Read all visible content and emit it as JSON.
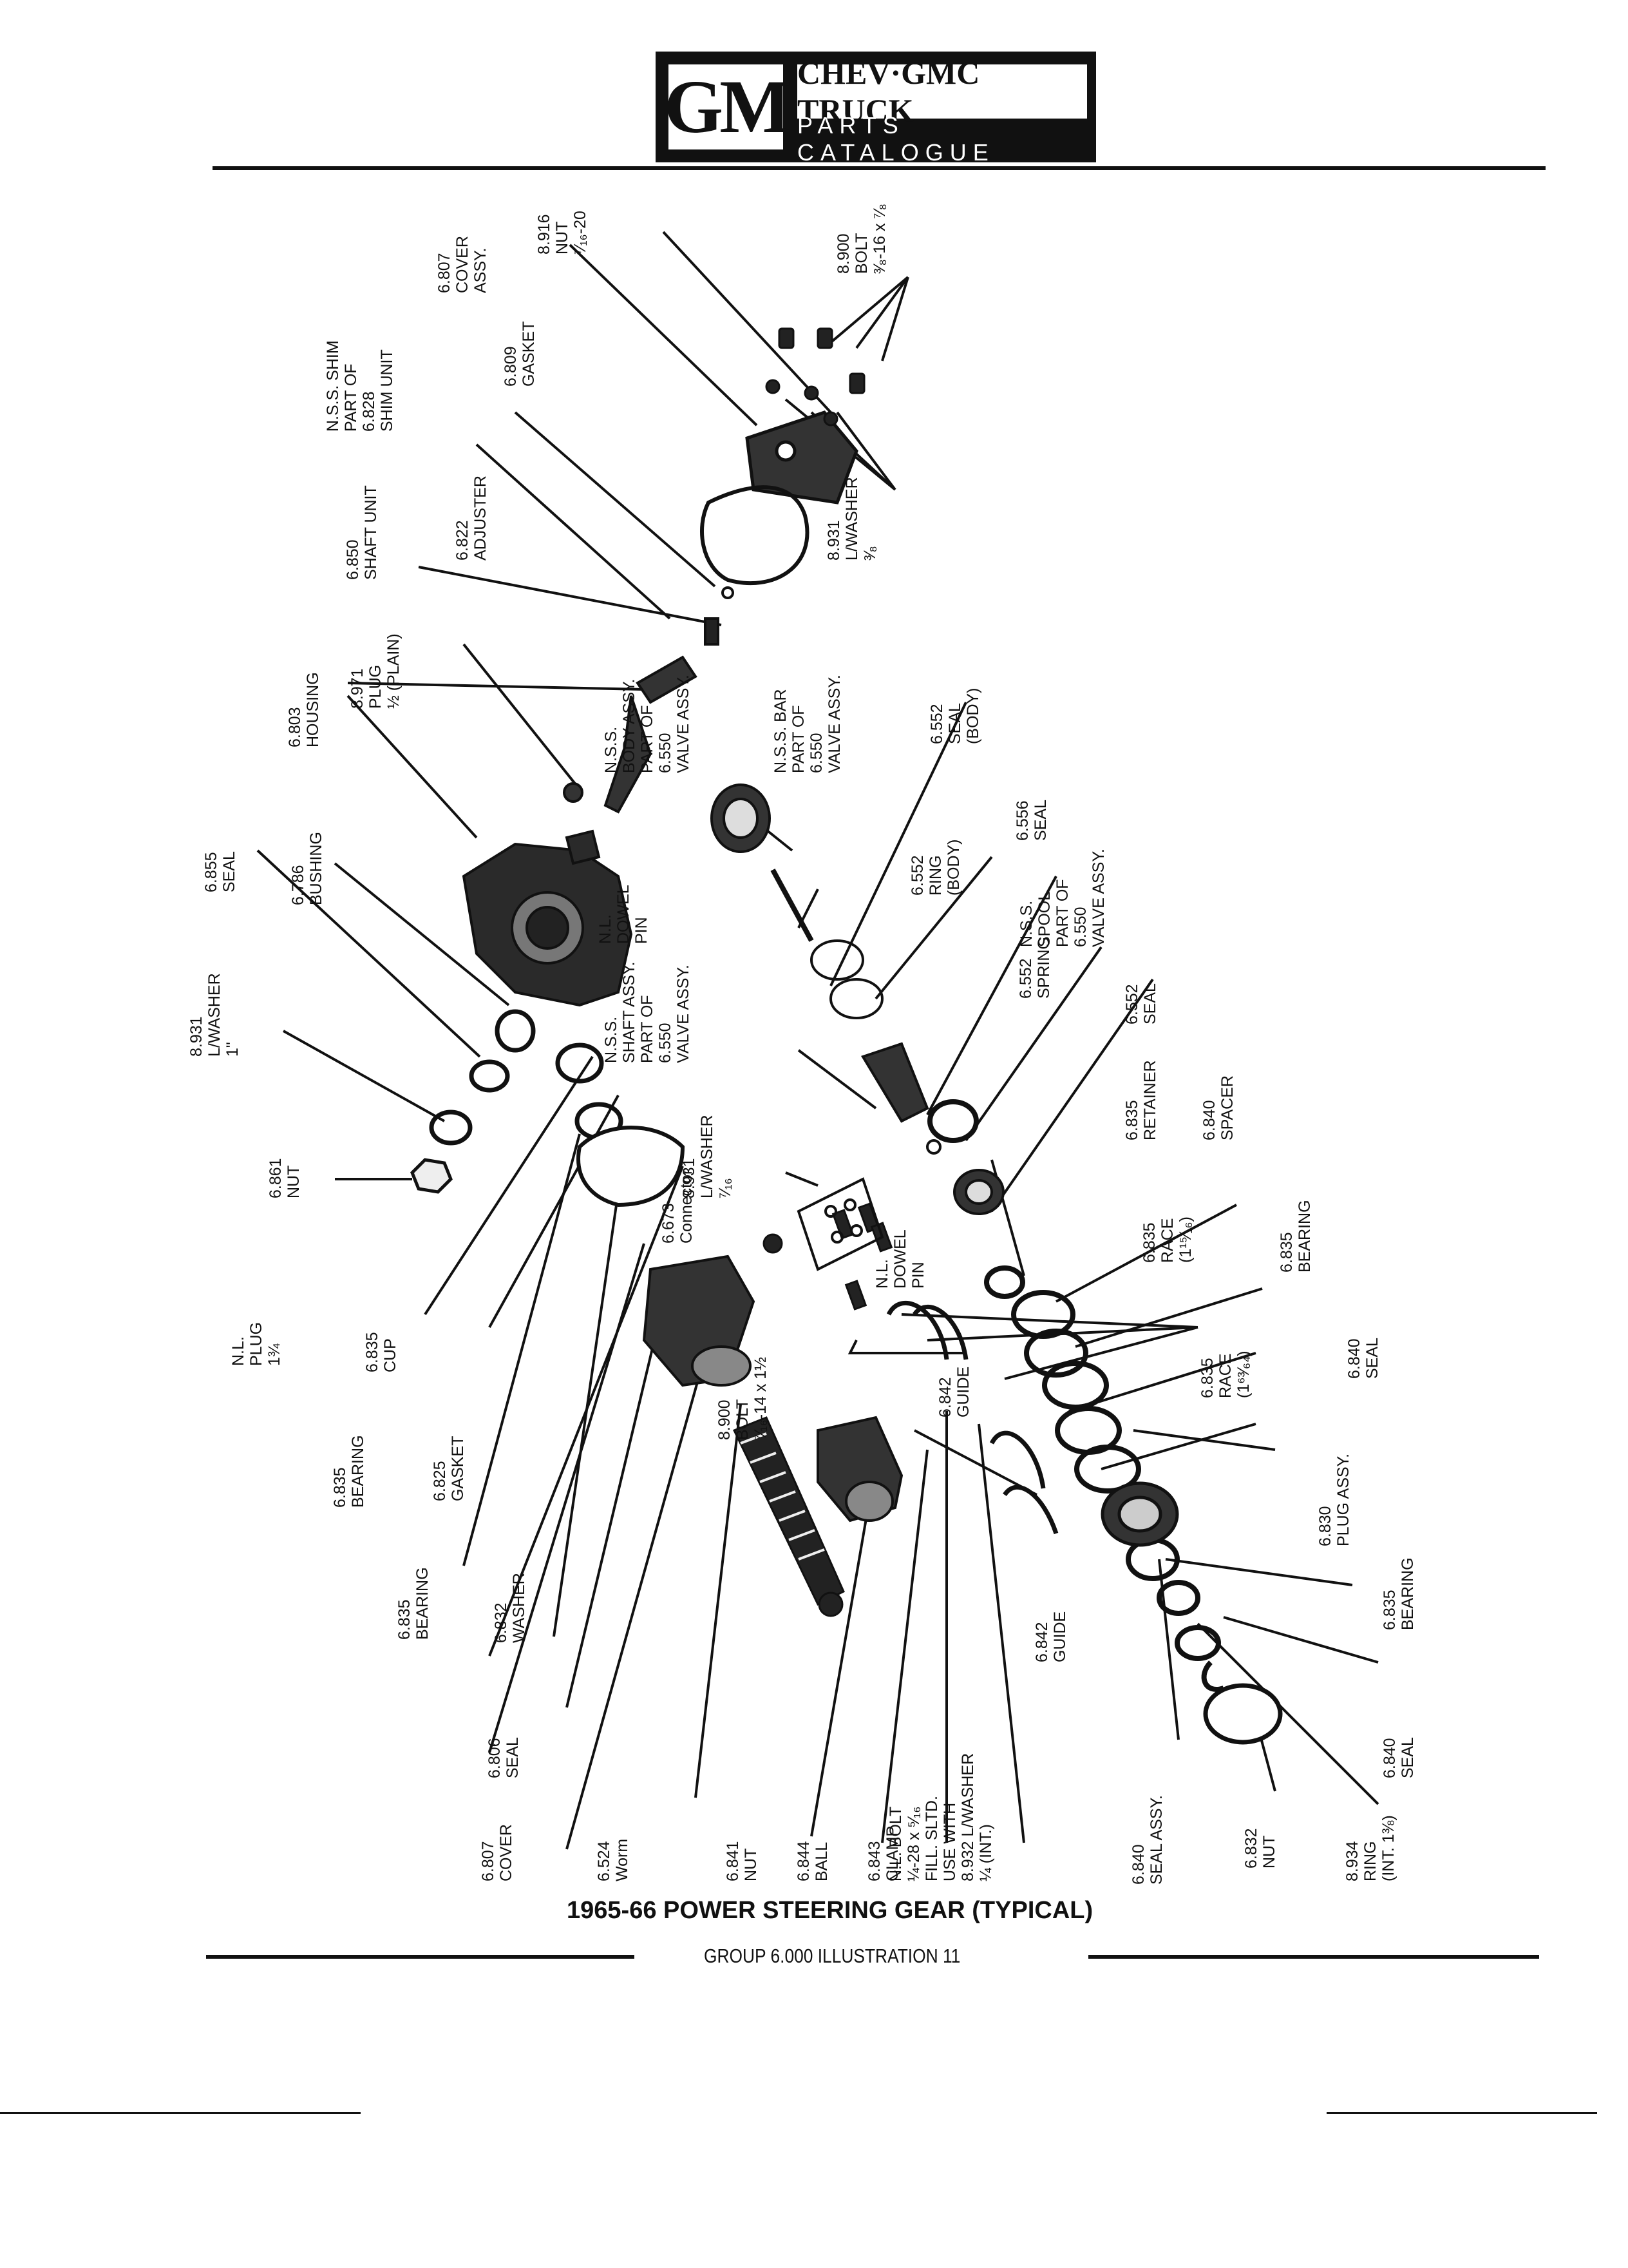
{
  "header": {
    "logo": "GM",
    "title": "CHEV·GMC TRUCK",
    "subtitle": "PARTS CATALOGUE"
  },
  "callouts": {
    "c6807_top": "6.807\nCOVER\nASSY.",
    "c8916": "8.916\nNUT\n⁷⁄₁₆-20",
    "c8900_top": "8.900\nBOLT\n³⁄₈-16 x ⁷⁄₈",
    "c_nss_shim": "N.S.S. SHIM\nPART OF\n6.828\nSHIM UNIT",
    "c6809": "6.809\nGASKET",
    "c8931_top": "8.931\nL/WASHER\n³⁄₈",
    "c6850": "6.850\nSHAFT UNIT",
    "c6822": "6.822\nADJUSTER",
    "c6803": "6.803\nHOUSING",
    "c8971": "8.971\nPLUG\n½ (PLAIN)",
    "c_nss_body": "N.S.S.\nBODY ASSY.\nPART OF\n6.550\nVALVE ASSY.",
    "c_nss_bar": "N.S.S. BAR\nPART OF\n6.550\nVALVE ASSY.",
    "c6552_body_seal": "6.552\nSEAL\n(BODY)",
    "c6855": "6.855\nSEAL",
    "c6786": "6.786\nBUSHING",
    "c_nl_dowel_top": "N.L.\nDOWEL\nPIN",
    "c6552_ring": "6.552\nRING\n(BODY)",
    "c6556": "6.556\nSEAL",
    "c8931_1": "8.931\nL/WASHER\n1\"",
    "c_nss_shaft": "N.S.S.\nSHAFT ASSY.\nPART OF\n6.550\nVALVE ASSY.",
    "c6552_spring": "6.552\nSPRING",
    "c_nss_spool": "N.S.S.\nSPOOL\nPART OF\n6.550\nVALVE ASSY.",
    "c6552_seal": "6.552\nSEAL",
    "c6835_retainer": "6.835\nRETAINER",
    "c6840_spacer": "6.840\nSPACER",
    "c6861": "6.861\nNUT",
    "c6673": "6.673\nConnector",
    "c8931_716": "8.931\nL/WASHER\n⁷⁄₁₆",
    "c_nl_dowel_mid": "N.L.\nDOWEL\nPIN",
    "c6835_race1": "6.835\nRACE\n(1¹⁵⁄₁₆)",
    "c6835_bearing_r": "6.835\nBEARING",
    "c_nl_plug": "N.L.\nPLUG\n1¾",
    "c6835_cup": "6.835\nCUP",
    "c8900_mid": "8.900\nBOLT\n⁷⁄₁₆-14 x 1½",
    "c6842_guide_mid": "6.842\nGUIDE",
    "c6835_race2": "6.835\nRACE\n(1⁶³⁄₆₄)",
    "c6840_seal_r": "6.840\nSEAL",
    "c6835_bearing_l": "6.835\nBEARING",
    "c6825": "6.825\nGASKET",
    "c6830": "6.830\nPLUG ASSY.",
    "c6835_bearing_l2": "6.835\nBEARING",
    "c6832_washer": "6.832\nWASHER",
    "c6842_guide_low": "6.842\nGUIDE",
    "c6835_bearing_r2": "6.835\nBEARING",
    "c6806": "6.806\nSEAL",
    "c6840_seal_low": "6.840\nSEAL",
    "c6807_cover": "6.807\nCOVER",
    "c6524": "6.524\nWorm",
    "c6841": "6.841\nNUT",
    "c6844": "6.844\nBALL",
    "c6843": "6.843\nCLAMP",
    "c_nl_bolt": "N.L. BOLT\n¼-28 x ⁵⁄₁₆\nFILL. SLTD.\nUSE WITH\n8.932 L/WASHER\n¼ (INT.)",
    "c6840_seal_assy": "6.840\nSEAL ASSY.",
    "c6832_nut": "6.832\nNUT",
    "c8934": "8.934\nRING\n(INT. 1⅜)"
  },
  "caption": "1965-66 POWER STEERING GEAR (TYPICAL)",
  "footer": "GROUP 6.000 ILLUSTRATION 11"
}
